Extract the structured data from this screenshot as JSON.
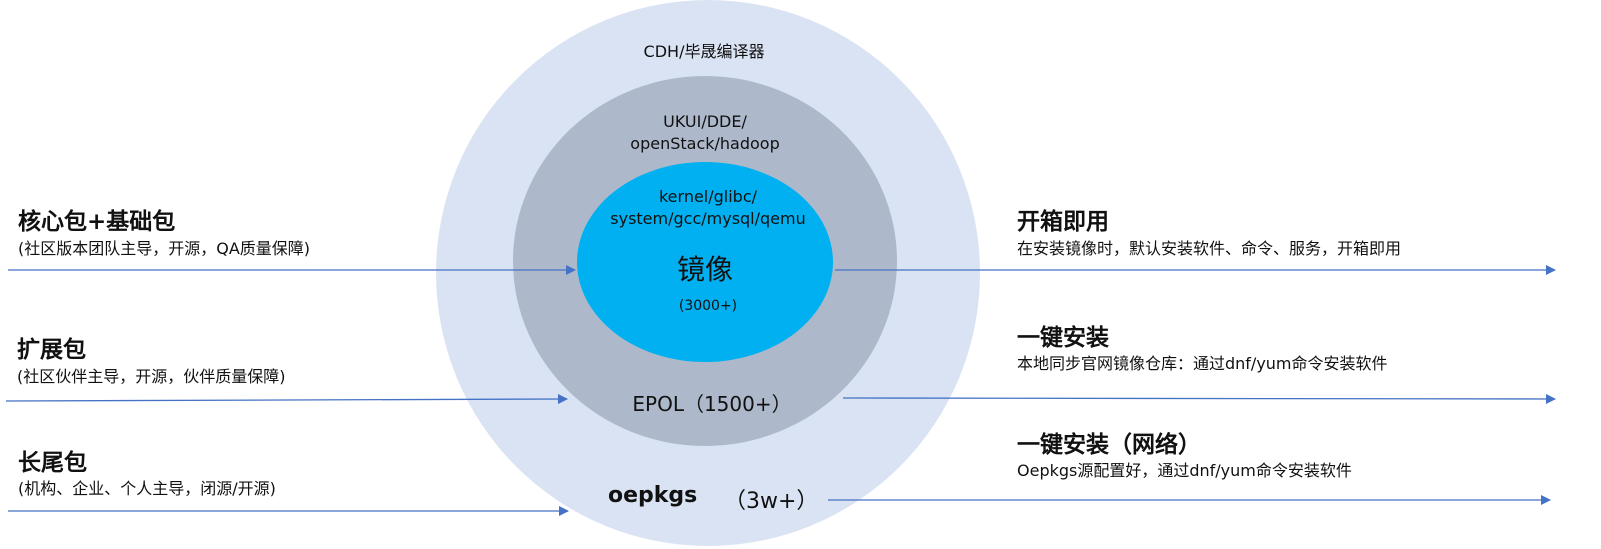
{
  "colors": {
    "outer": "#dae3f3",
    "middle": "#adb9ca",
    "inner": "#00b0f0",
    "arrow": "#4472c4"
  },
  "rings": {
    "outer": {
      "top_label": "CDH/毕晟编译器",
      "name": "oepkgs",
      "count": "（3w+）"
    },
    "middle": {
      "label_line1": "UKUI/DDE/",
      "label_line2": "openStack/hadoop",
      "name": "EPOL（1500+）"
    },
    "inner": {
      "label_line1": "kernel/glibc/",
      "label_line2": "system/gcc/mysql/qemu",
      "name": "镜像",
      "count": "(3000+)"
    }
  },
  "left": [
    {
      "title": "核心包+基础包",
      "desc": "(社区版本团队主导，开源，QA质量保障)"
    },
    {
      "title": "扩展包",
      "desc": "(社区伙伴主导，开源，伙伴质量保障)"
    },
    {
      "title": "长尾包",
      "desc": "(机构、企业、个人主导，闭源/开源)"
    }
  ],
  "right": [
    {
      "title": "开箱即用",
      "desc": "在安装镜像时，默认安装软件、命令、服务，开箱即用"
    },
    {
      "title": "一键安装",
      "desc": "本地同步官网镜像仓库：通过dnf/yum命令安装软件"
    },
    {
      "title": "一键安装（网络）",
      "desc": "Oepkgs源配置好，通过dnf/yum命令安装软件"
    }
  ]
}
